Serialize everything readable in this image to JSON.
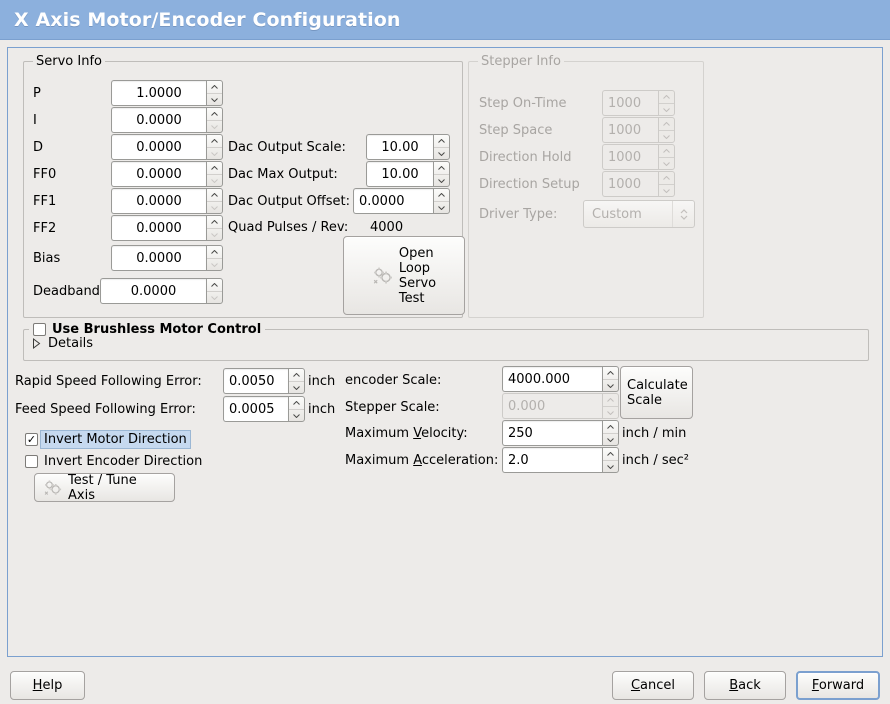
{
  "window": {
    "title": "X Axis Motor/Encoder Configuration",
    "accent_color": "#8cb0dd",
    "background_color": "#edebe9"
  },
  "servo_info": {
    "legend": "Servo Info",
    "fields": [
      {
        "label": "P",
        "value": "1.0000"
      },
      {
        "label": "I",
        "value": "0.0000"
      },
      {
        "label": "D",
        "value": "0.0000"
      },
      {
        "label": "FF0",
        "value": "0.0000"
      },
      {
        "label": "FF1",
        "value": "0.0000"
      },
      {
        "label": "FF2",
        "value": "0.0000"
      },
      {
        "label": "Bias",
        "value": "0.0000"
      },
      {
        "label": "Deadband",
        "value": "0.0000"
      }
    ],
    "dac": [
      {
        "label": "Dac Output Scale:",
        "value": "10.00"
      },
      {
        "label": "Dac Max Output:",
        "value": "10.00"
      },
      {
        "label": "Dac Output Offset:",
        "value": "0.0000"
      }
    ],
    "quad_pulses_label": "Quad Pulses / Rev:",
    "quad_pulses_value": "4000",
    "open_loop_button": "Open\nLoop\nServo\nTest",
    "open_loop_lines": [
      "Open",
      "Loop",
      "Servo",
      "Test"
    ]
  },
  "stepper_info": {
    "legend": "Stepper Info",
    "enabled": false,
    "fields": [
      {
        "label": "Step On-Time",
        "value": "1000"
      },
      {
        "label": "Step Space",
        "value": "1000"
      },
      {
        "label": "Direction Hold",
        "value": "1000"
      },
      {
        "label": "Direction Setup",
        "value": "1000"
      }
    ],
    "driver_type_label": "Driver Type:",
    "driver_type_value": "Custom"
  },
  "brushless": {
    "checkbox_label": "Use Brushless Motor Control",
    "checked": false,
    "details_label": "Details",
    "details_expanded": false
  },
  "tuning": {
    "rapid_following_error_label": "Rapid Speed Following Error:",
    "rapid_following_error_value": "0.0050",
    "rapid_following_error_unit": "inch",
    "feed_following_error_label": "Feed Speed Following Error:",
    "feed_following_error_value": "0.0005",
    "feed_following_error_unit": "inch",
    "invert_motor_label": "Invert Motor Direction",
    "invert_motor_checked": true,
    "invert_encoder_label": "Invert Encoder Direction",
    "invert_encoder_checked": false,
    "test_tune_button": "Test / Tune Axis"
  },
  "scales": {
    "encoder_scale_label": "encoder Scale:",
    "encoder_scale_value": "4000.000",
    "stepper_scale_label": "Stepper Scale:",
    "stepper_scale_value": "0.000",
    "stepper_scale_enabled": false,
    "calculate_scale_button_lines": [
      "Calculate",
      "Scale"
    ],
    "max_velocity_label_pre": "Maximum ",
    "max_velocity_label_key": "V",
    "max_velocity_label_post": "elocity:",
    "max_velocity_value": "250",
    "max_velocity_unit": "inch / min",
    "max_accel_label_pre": "Maximum ",
    "max_accel_label_key": "A",
    "max_accel_label_post": "cceleration:",
    "max_accel_value": "2.0",
    "max_accel_unit": "inch / sec²"
  },
  "action_bar": {
    "help": {
      "pre": "",
      "key": "H",
      "post": "elp"
    },
    "cancel": {
      "pre": "",
      "key": "C",
      "post": "ancel"
    },
    "back": {
      "pre": "",
      "key": "B",
      "post": "ack"
    },
    "forward": {
      "pre": "",
      "key": "F",
      "post": "orward",
      "focused": true
    }
  }
}
